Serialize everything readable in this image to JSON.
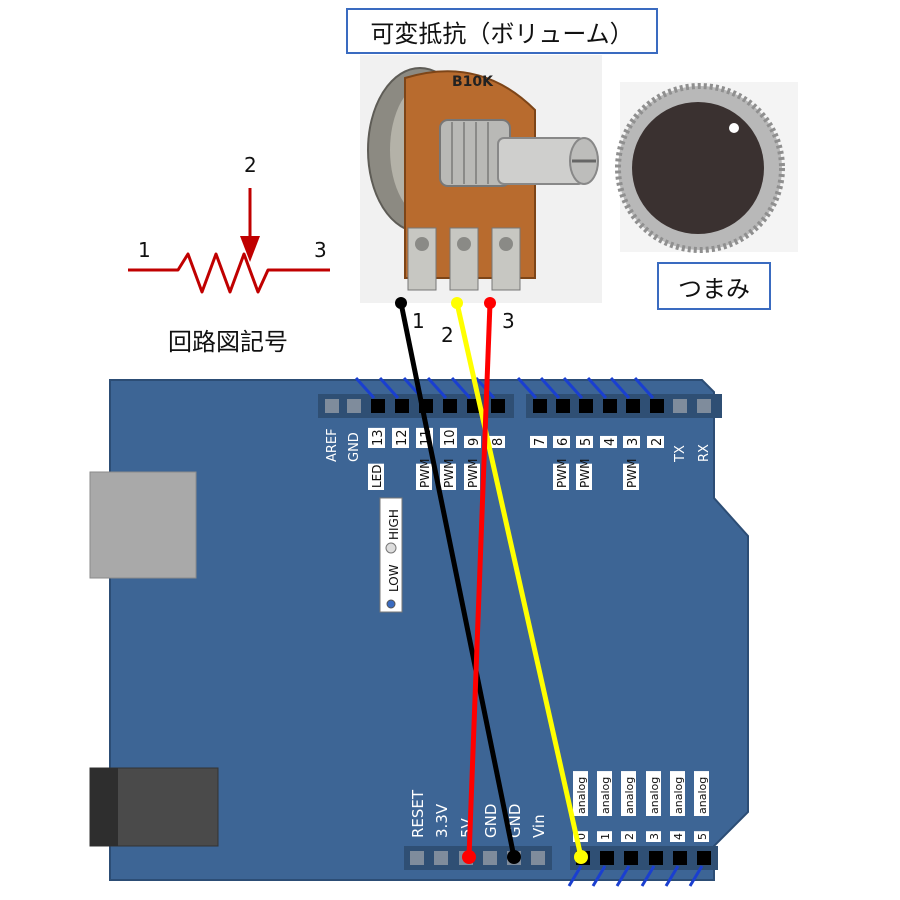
{
  "title": "可変抵抗（ボリューム）",
  "knob_label": "つまみ",
  "symbol": {
    "caption": "回路図記号",
    "pins": [
      "1",
      "2",
      "3"
    ],
    "color": "#c00000"
  },
  "pot": {
    "marking": "B10K",
    "pin_labels": [
      "1",
      "2",
      "3"
    ]
  },
  "board": {
    "color": "#3d6595",
    "digital_top_labels": [
      "AREF",
      "GND",
      "13",
      "12",
      "11",
      "10",
      "9",
      "8",
      "7",
      "6",
      "5",
      "4",
      "3",
      "2",
      "TX",
      "RX"
    ],
    "digital_sub_labels": [
      "LED",
      "PWM",
      "PWM",
      "PWM",
      "PWM",
      "PWM",
      "PWM"
    ],
    "switch": {
      "low": "LOW",
      "high": "HIGH"
    },
    "power_labels": [
      "RESET",
      "3.3V",
      "5V",
      "GND",
      "GND",
      "Vin"
    ],
    "analog_labels": [
      "analog",
      "analog",
      "analog",
      "analog",
      "analog",
      "analog"
    ],
    "analog_nums": [
      "0",
      "1",
      "2",
      "3",
      "4",
      "5"
    ]
  },
  "wires": [
    {
      "name": "black",
      "color": "#000000",
      "from": "pin 1",
      "to": "GND"
    },
    {
      "name": "yellow",
      "color": "#ffff00",
      "from": "pin 2",
      "to": "analog 0"
    },
    {
      "name": "red",
      "color": "#ff0000",
      "from": "pin 3",
      "to": "5V"
    }
  ]
}
